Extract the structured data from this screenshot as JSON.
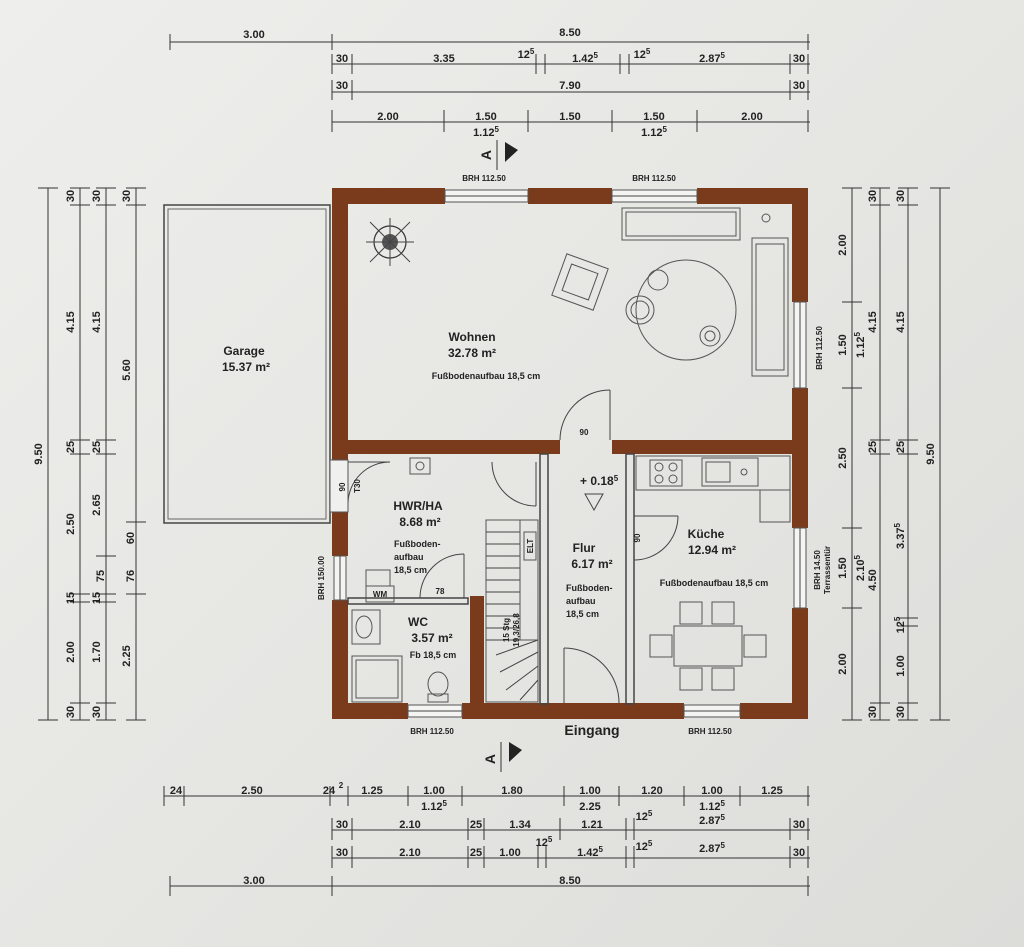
{
  "rooms": {
    "wohnen": {
      "name": "Wohnen",
      "area": "32.78 m²",
      "floor": "Fußbodenaufbau 18,5 cm"
    },
    "garage": {
      "name": "Garage",
      "area": "15.37 m²"
    },
    "hwr": {
      "name": "HWR/HA",
      "area": "8.68 m²",
      "floor1": "Fußboden-",
      "floor2": "aufbau",
      "floor3": "18,5 cm"
    },
    "flur": {
      "name": "Flur",
      "area": "6.17 m²",
      "floor1": "Fußboden-",
      "floor2": "aufbau",
      "floor3": "18,5 cm"
    },
    "kueche": {
      "name": "Küche",
      "area": "12.94 m²",
      "floor": "Fußbodenaufbau 18,5 cm"
    },
    "wc": {
      "name": "WC",
      "area": "3.57 m²",
      "floor": "Fb 18,5 cm"
    }
  },
  "labels": {
    "entrance": "Eingang",
    "level": "+ 0.18",
    "level_sup": "5",
    "section_mark": "A",
    "wm": "WM",
    "elt": "ELT",
    "stairs1": "15 Stg",
    "stairs2": "19,3/26,8",
    "terrace": "Terrassentür",
    "door_t30": "T30"
  },
  "windows": {
    "top_left": "BRH 112.50",
    "top_right": "BRH 112.50",
    "bottom_left": "BRH 112.50",
    "bottom_right": "BRH 112.50",
    "right_top": "BRH 112.50",
    "right_terrace": "BRH 14.50",
    "left_hwr": "BRH 150.00"
  },
  "doors": {
    "wohnen": "90",
    "hwr": "90",
    "kueche": "90",
    "wc": "78"
  },
  "dimensions": {
    "top": {
      "row1": [
        "3.00",
        "8.50"
      ],
      "row2": [
        {
          "t": "30"
        },
        {
          "t": "3.35"
        },
        {
          "t": "12",
          "s": "5"
        },
        {
          "t": "1.42",
          "s": "5"
        },
        {
          "t": "12",
          "s": "5"
        },
        {
          "t": "2.87",
          "s": "5"
        },
        {
          "t": "30"
        }
      ],
      "row3": [
        "30",
        "7.90",
        "30"
      ],
      "row4": [
        "2.00",
        "1.50",
        "1.50",
        "1.50",
        "2.00"
      ],
      "row4b": [
        {
          "t": "1.12",
          "s": "5"
        },
        {
          "t": "1.12",
          "s": "5"
        }
      ]
    },
    "bottom": {
      "row1": [
        {
          "t": "24"
        },
        {
          "t": "2.50"
        },
        {
          "t": "24"
        },
        {
          "t": "2"
        },
        {
          "t": "1.25"
        },
        {
          "t": "1.00"
        },
        {
          "t": "1.80"
        },
        {
          "t": "1.00"
        },
        {
          "t": "1.20"
        },
        {
          "t": "1.00"
        },
        {
          "t": "1.25"
        }
      ],
      "row1b": [
        {
          "t": "1.12",
          "s": "5"
        },
        {
          "t": "2.25"
        },
        {
          "t": "1.12",
          "s": "5"
        }
      ],
      "row2": [
        {
          "t": "30"
        },
        {
          "t": "2.10"
        },
        {
          "t": "25"
        },
        {
          "t": "1.34"
        },
        {
          "t": "1.21"
        },
        {
          "t": "12",
          "s": "5"
        },
        {
          "t": "2.87",
          "s": "5"
        },
        {
          "t": "30"
        }
      ],
      "row3": [
        {
          "t": "30"
        },
        {
          "t": "2.10"
        },
        {
          "t": "25"
        },
        {
          "t": "1.00"
        },
        {
          "t": "12",
          "s": "5"
        },
        {
          "t": "1.42",
          "s": "5"
        },
        {
          "t": "12",
          "s": "5"
        },
        {
          "t": "2.87",
          "s": "5"
        },
        {
          "t": "30"
        }
      ],
      "row4": [
        "3.00",
        "8.50"
      ]
    },
    "left": {
      "col1": [
        "9.50"
      ],
      "col2": [
        "30",
        "4.15",
        "25",
        "2.50",
        "15",
        "2.00",
        "30"
      ],
      "col3": [
        "30",
        "4.15",
        "25",
        "2.65",
        "60",
        "15",
        "1.70",
        "30"
      ],
      "col4": [
        "30",
        "5.60",
        "75",
        "2.25"
      ],
      "col4b": [
        "76"
      ]
    },
    "right": {
      "col1": [
        "2.00",
        "1.50",
        "2.50",
        "1.50",
        "2.00"
      ],
      "col1b": [
        {
          "t": "1.12",
          "s": "5"
        },
        {
          "t": "2.10",
          "s": "5"
        }
      ],
      "col2": [
        "30",
        "4.15",
        "25",
        "4.50",
        "30"
      ],
      "col3": [
        "30",
        "4.15",
        "25",
        "3.37",
        "12",
        "1.00",
        "30"
      ],
      "col3s": [
        "5",
        "5"
      ],
      "col4": [
        "9.50"
      ]
    }
  }
}
